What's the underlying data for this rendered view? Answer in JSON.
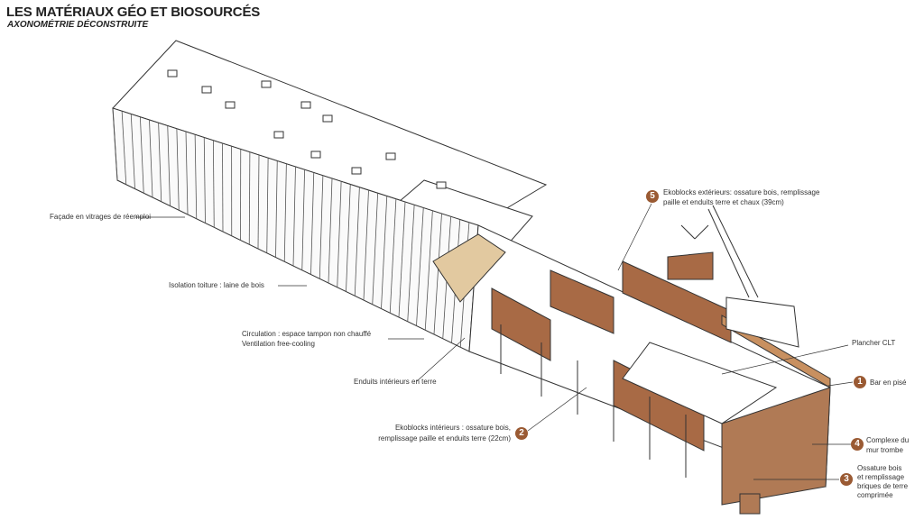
{
  "header": {
    "title": "LES MATÉRIAUX GÉO ET BIOSOURCÉS",
    "subtitle": "AXONOMÉTRIE DÉCONSTRUITE"
  },
  "colors": {
    "badge": "#9a5a33",
    "wood": "#a86a45",
    "light_wood": "#e2c9a0",
    "line": "#333333"
  },
  "annotations": {
    "facade": "Façade en vitrages de réemploi",
    "isolation": "Isolation toiture : laine de bois",
    "circulation_1": "Circulation : espace tampon non chauffé",
    "circulation_2": "Ventilation free-cooling",
    "enduits": "Enduits intérieurs en terre",
    "plancher": "Plancher CLT"
  },
  "numbered": [
    {
      "num": "1",
      "lines": [
        "Bar en pisé"
      ]
    },
    {
      "num": "2",
      "lines": [
        "Ekoblocks intérieurs : ossature bois,",
        "remplissage paille et enduits terre (22cm)"
      ]
    },
    {
      "num": "3",
      "lines": [
        "Ossature bois",
        "et remplissage",
        "briques de terre",
        "comprimée"
      ]
    },
    {
      "num": "4",
      "lines": [
        "Complexe du",
        "mur trombe"
      ]
    },
    {
      "num": "5",
      "lines": [
        "Ekoblocks extérieurs: ossature bois, remplissage",
        "paille et enduits terre et chaux (39cm)"
      ]
    }
  ]
}
